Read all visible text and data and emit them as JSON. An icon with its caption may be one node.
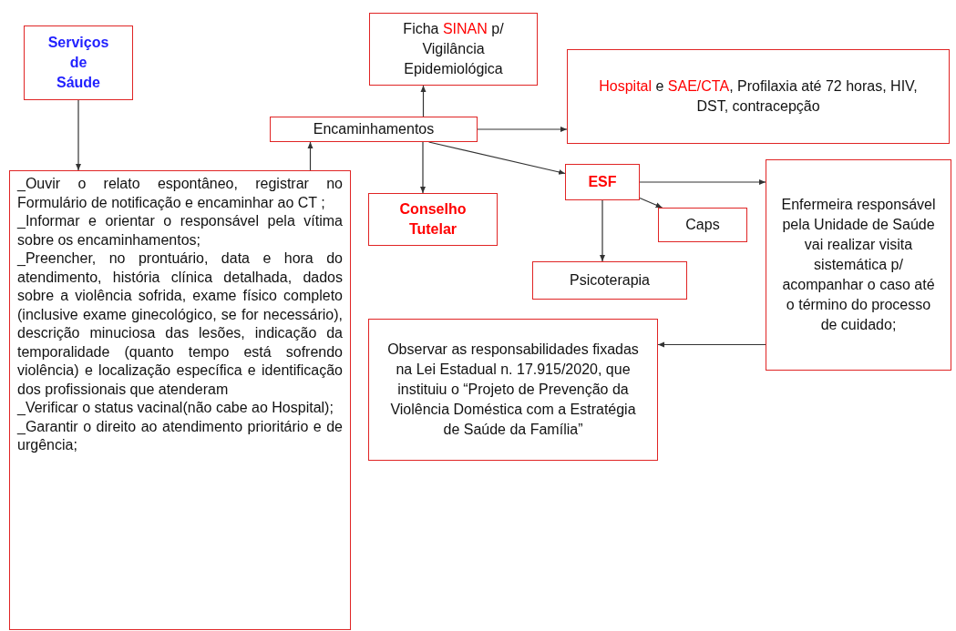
{
  "diagram": {
    "nodes": [
      {
        "text": [
          "Serviços de Sáude"
        ]
      },
      {
        "text": [
          "_Ouvir o relato espontâneo, registrar no Formulário de notificação e encaminhar ao CT ;",
          "_Informar e orientar o responsável pela vítima sobre os encaminhamentos;",
          "_Preencher, no prontuário, data e hora do atendimento, história clínica detalhada, dados sobre a violência sofrida, exame físico completo (inclusive exame ginecológico, se for necessário), descrição minuciosa das lesões, indicação da temporalidade (quanto tempo está sofrendo violência) e localização específica e identificação dos profissionais que atenderam",
          "_Verificar o status vacinal(não cabe ao Hospital);",
          "_Garantir o direito ao atendimento prioritário e de urgência;"
        ]
      },
      {
        "text": [
          "Encaminhamentos"
        ]
      },
      {
        "text": [
          "Ficha **SINAN** p/ Vigilância Epidemiológica"
        ]
      },
      {
        "text": [
          "**Hospital** e **SAE/CTA**, Profilaxia até 72 horas, HIV, DST, contracepção"
        ]
      },
      {
        "text": [
          "Conselho Tutelar"
        ]
      },
      {
        "text": [
          "ESF"
        ]
      },
      {
        "text": [
          "Enfermeira responsável pela Unidade de Saúde vai realizar visita sistemática p/ acompanhar o caso até o término do processo de cuidado;"
        ]
      },
      {
        "text": [
          "Caps"
        ]
      },
      {
        "text": [
          "Psicoterapia"
        ]
      },
      {
        "text": [
          "Observar as responsabilidades fixadas na Lei Estadual n. 17.915/2020, que instituiu o “Projeto de Prevenção da Violência Doméstica com a Estratégia de Saúde da Família”"
        ]
      }
    ],
    "edges": [
      {
        "from": 0,
        "to": 1,
        "arrow": "to"
      },
      {
        "from": 1,
        "to": 2,
        "arrow": "to"
      },
      {
        "from": 2,
        "to": 3,
        "arrow": "to"
      },
      {
        "from": 2,
        "to": 4,
        "arrow": "to"
      },
      {
        "from": 2,
        "to": 5,
        "arrow": "to"
      },
      {
        "from": 2,
        "to": 6,
        "arrow": "to"
      },
      {
        "from": 6,
        "to": 7,
        "arrow": "to"
      },
      {
        "from": 6,
        "to": 8,
        "arrow": "to"
      },
      {
        "from": 6,
        "to": 9,
        "arrow": "to"
      },
      {
        "from": 7,
        "to": 10,
        "arrow": "to"
      }
    ]
  }
}
